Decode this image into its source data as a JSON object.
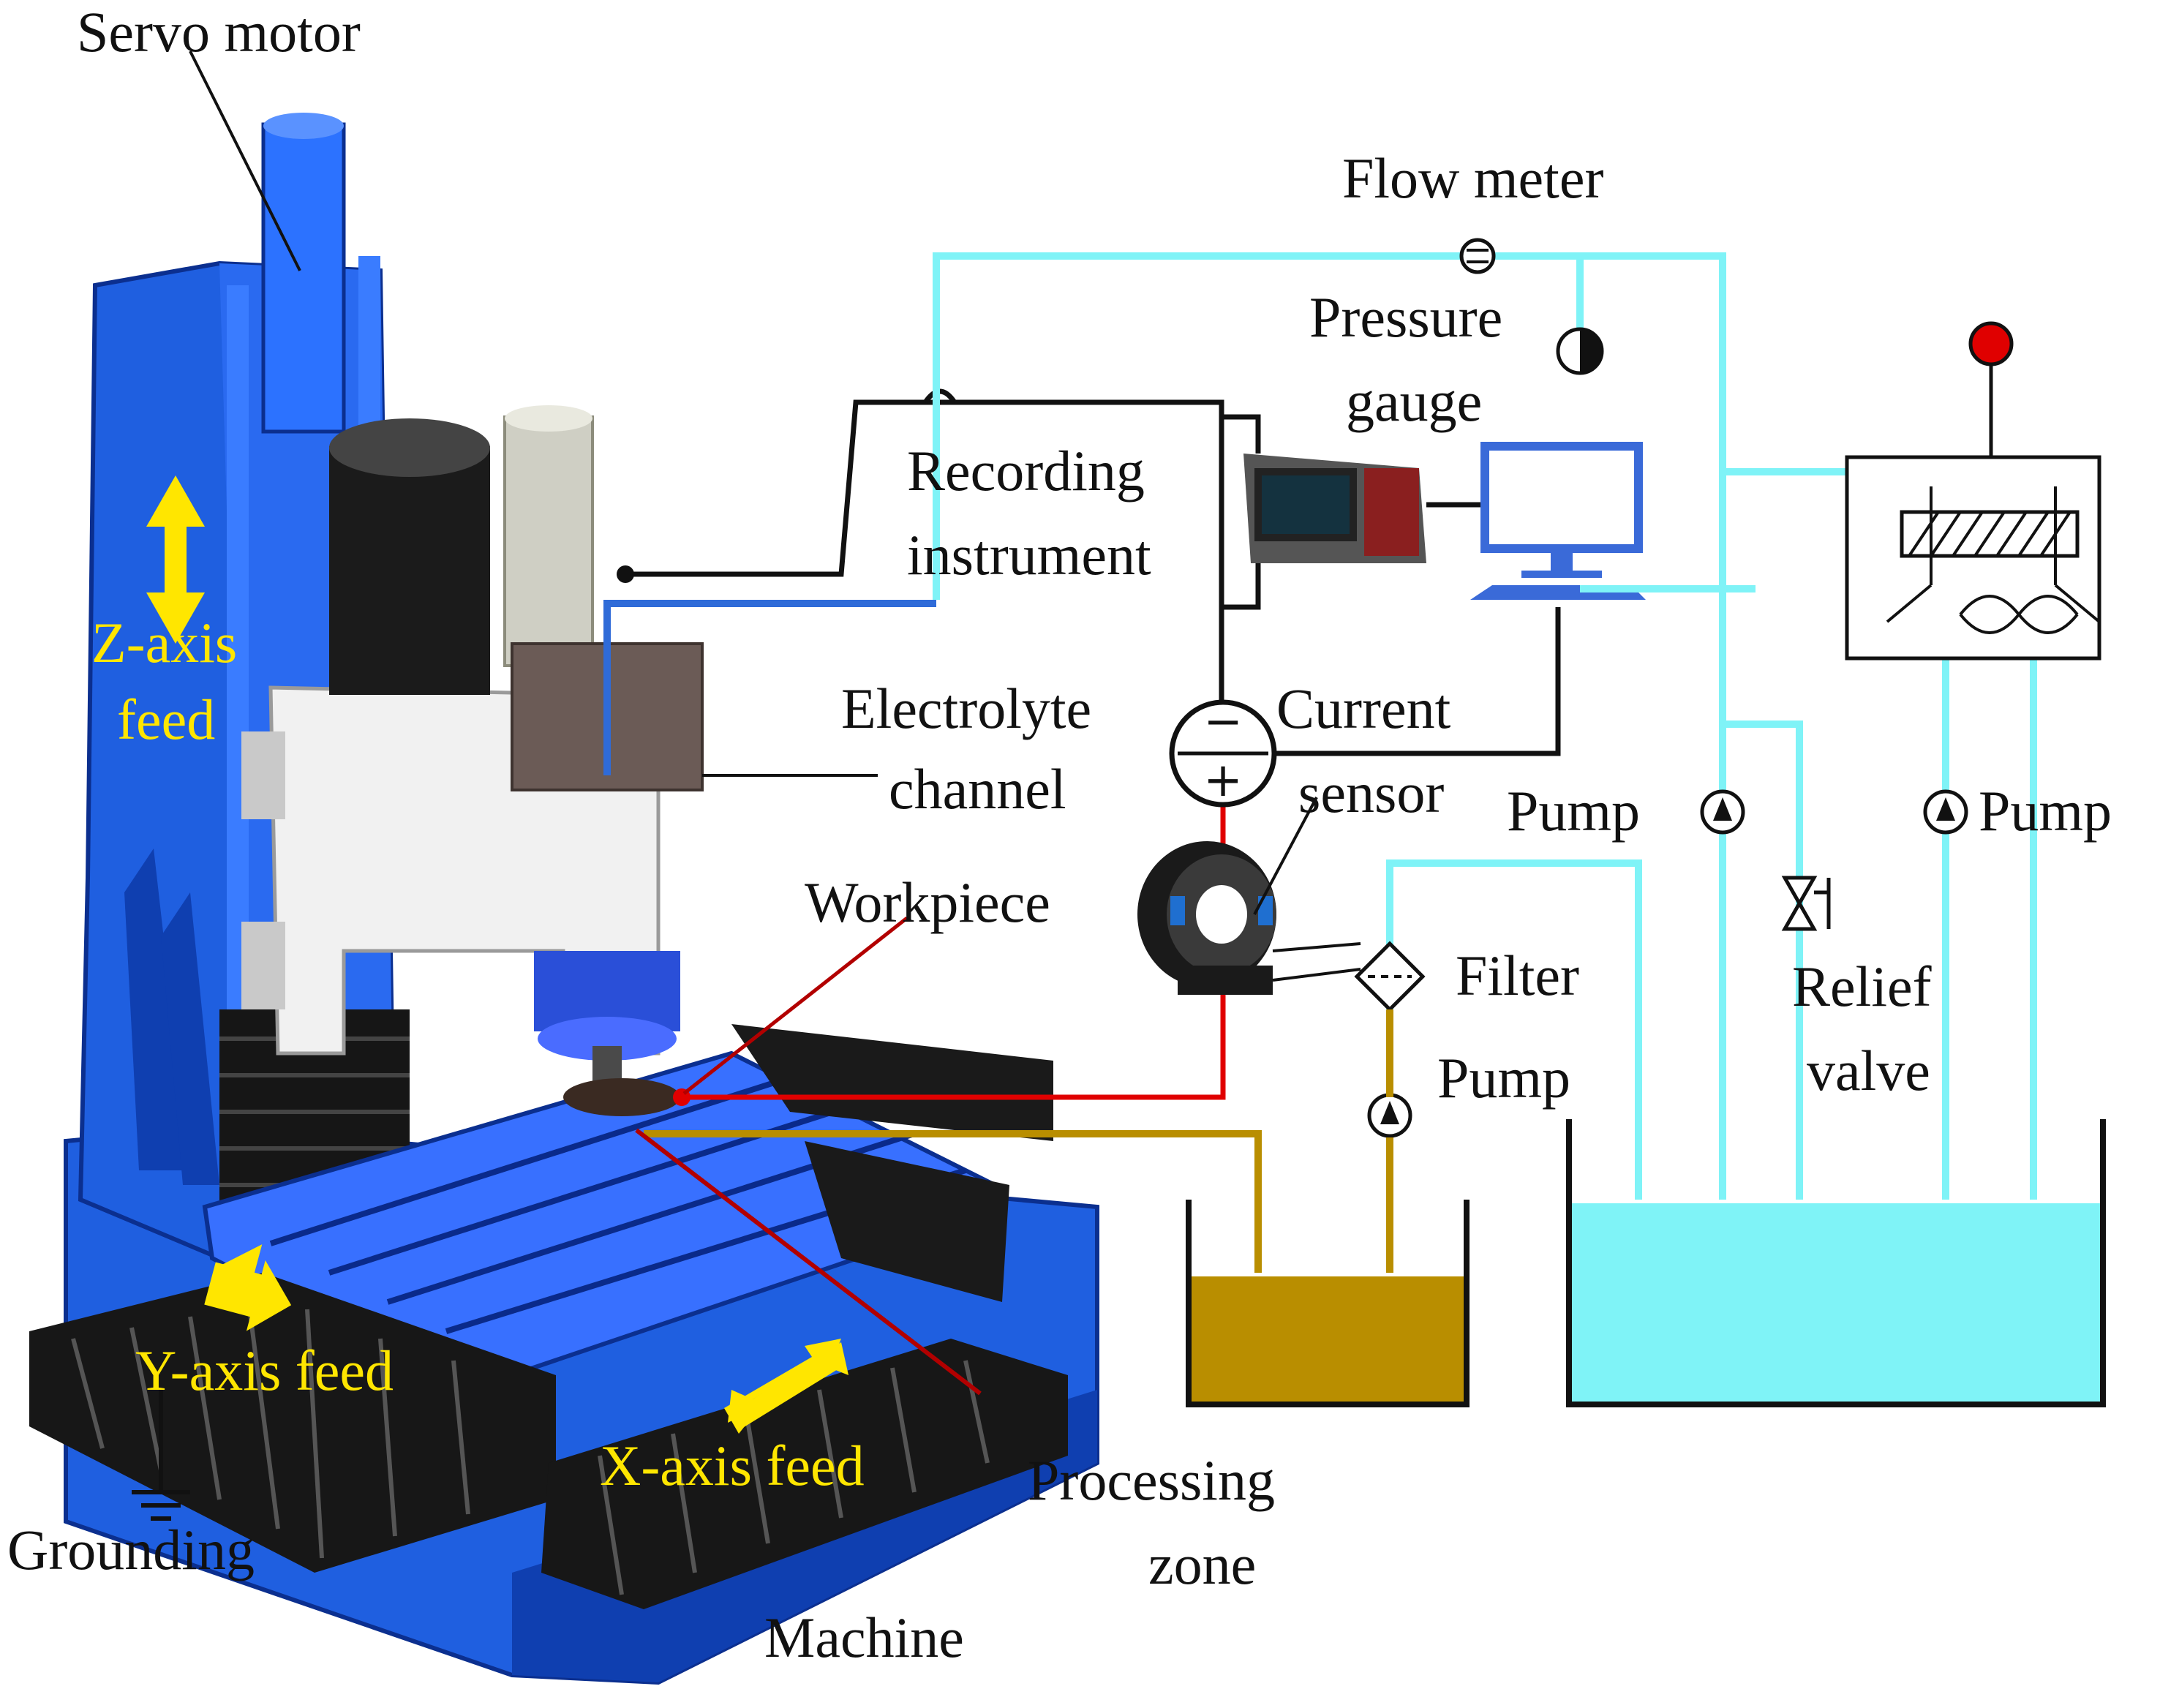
{
  "colors": {
    "machine_blue": "#1f5fe0",
    "machine_dark_blue": "#0f3fb0",
    "electrolyte_line": "#7ff3f7",
    "waste_electrolyte": "#b98e00",
    "wire_black": "#111111",
    "signal_red": "#e00000",
    "axis_arrow": "#ffe600",
    "monitor_blue": "#3a6ad8"
  },
  "labels": {
    "servo_motor": "Servo motor",
    "z_axis_1": "Z-axis",
    "z_axis_2": "feed",
    "y_axis": "Y-axis feed",
    "x_axis": "X-axis feed",
    "grounding": "Grounding",
    "machine": "Machine",
    "processing_zone_1": "Processing",
    "processing_zone_2": "zone",
    "workpiece": "Workpiece",
    "electrolyte_channel_1": "Electrolyte",
    "electrolyte_channel_2": "channel",
    "recording_1": "Recording",
    "recording_2": "instrument",
    "current_sensor_1": "Current",
    "current_sensor_2": "sensor",
    "flow_meter": "Flow meter",
    "pressure_gauge_1": "Pressure",
    "pressure_gauge_2": "gauge",
    "filter": "Filter",
    "pump_left": "Pump",
    "pump_mid": "Pump",
    "pump_right": "Pump",
    "relief_1": "Relief",
    "relief_2": "valve",
    "minus_sign": "−",
    "plus_sign": "+"
  },
  "icons": {
    "flow_meter": "flow-meter-symbol",
    "pressure_gauge": "pressure-gauge-symbol",
    "pump": "pump-symbol",
    "filter": "filter-symbol",
    "relief_valve": "relief-valve-symbol",
    "power_supply": "dc-power-supply-symbol",
    "grounding": "ground-symbol",
    "computer": "computer-monitor-icon",
    "recording_instrument": "oscilloscope-icon",
    "heat_exchanger": "heat-exchanger-symbol"
  }
}
